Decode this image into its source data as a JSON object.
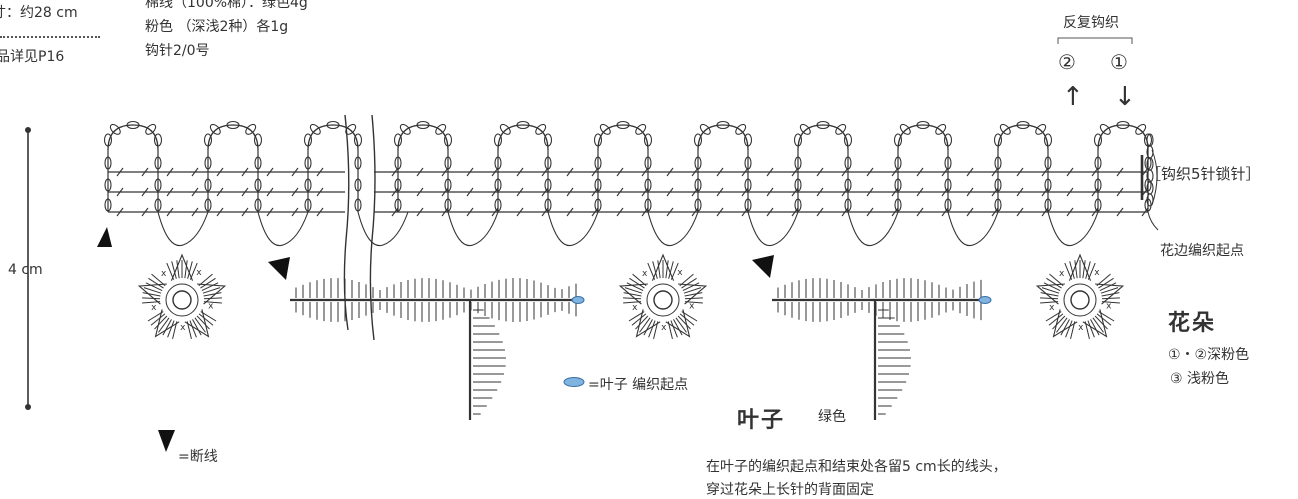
{
  "header": {
    "size_line": "寸：约28 cm",
    "detail_line": "品详见P16",
    "yarn_line": "棉线（100%棉）：绿色4g",
    "pink_line": "粉色 （深浅2种）各1g",
    "hook_line": "钩针2/0号"
  },
  "repeat": {
    "label": "反复钩织",
    "mark_2": "②",
    "mark_1": "①",
    "arrow_up": "↑",
    "arrow_down": "↓"
  },
  "border": {
    "chain_note": "［钩织5针锁针］",
    "start_note": "花边编织起点"
  },
  "measure": {
    "height_label": "4 cm"
  },
  "flower": {
    "title": "花朵",
    "color_1": "①・②深粉色",
    "color_2": "③  浅粉色"
  },
  "leaf": {
    "start_legend": "=叶子  编织起点",
    "title": "叶子",
    "color": "绿色"
  },
  "legend": {
    "cut_yarn": "=断线"
  },
  "note": {
    "line1": "在叶子的编织起点和结束处各留5 cm长的线头，",
    "line2": "穿过花朵上长针的背面固定"
  },
  "colors": {
    "line": "#333333",
    "leaf_start": "#5b9bd5"
  }
}
